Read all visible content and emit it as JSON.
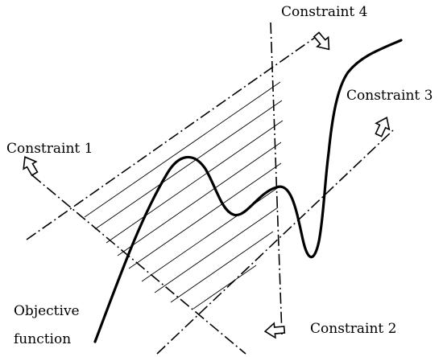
{
  "labels": {
    "constraint_1": "Constraint 1",
    "constraint_2": "Constraint 2",
    "constraint_3": "Constraint 3",
    "constraint_4": "Constraint 4",
    "objective_line1": "Objective",
    "objective_line2": "function"
  },
  "icons": {
    "direction_arrow": "hollow-arrow-icon"
  }
}
